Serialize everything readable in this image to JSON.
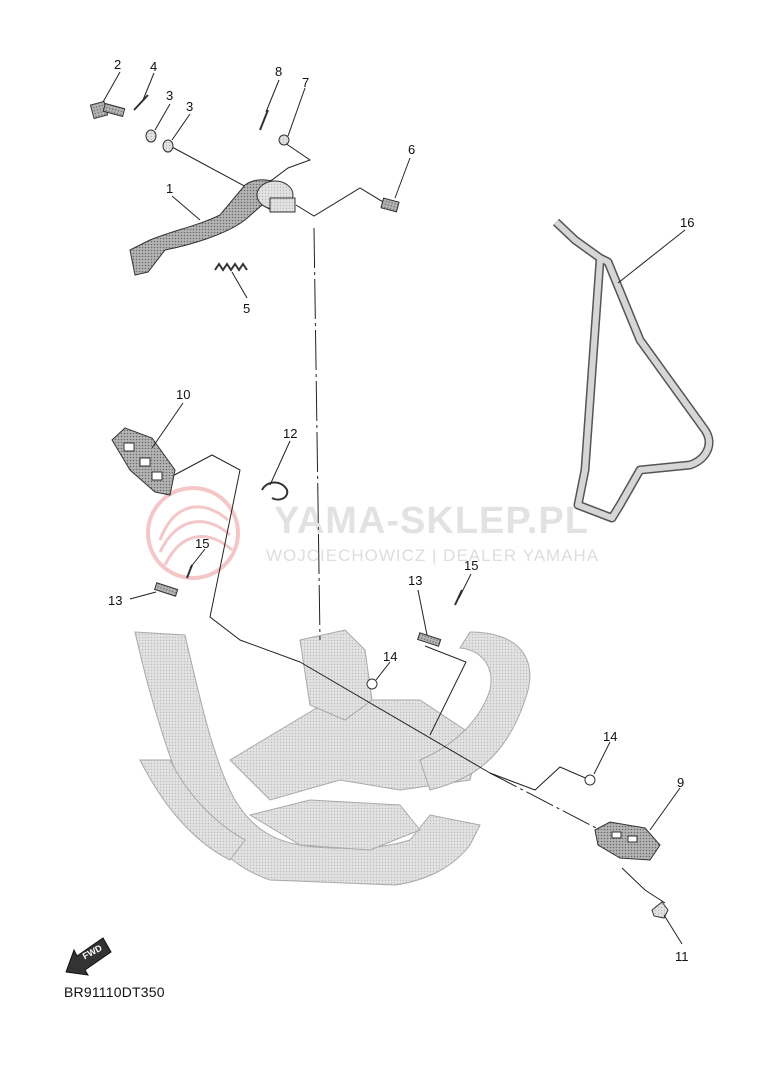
{
  "watermark": {
    "title": "YAMA-SKLEP.PL",
    "subtitle": "WOJCIECHOWICZ | DEALER YAMAHA"
  },
  "diagram_code": "BR91110DT350",
  "fwd_label": "FWD",
  "callouts": [
    "1",
    "2",
    "3",
    "3",
    "4",
    "5",
    "6",
    "7",
    "8",
    "9",
    "10",
    "11",
    "12",
    "13",
    "13",
    "14",
    "14",
    "15",
    "15",
    "16"
  ]
}
